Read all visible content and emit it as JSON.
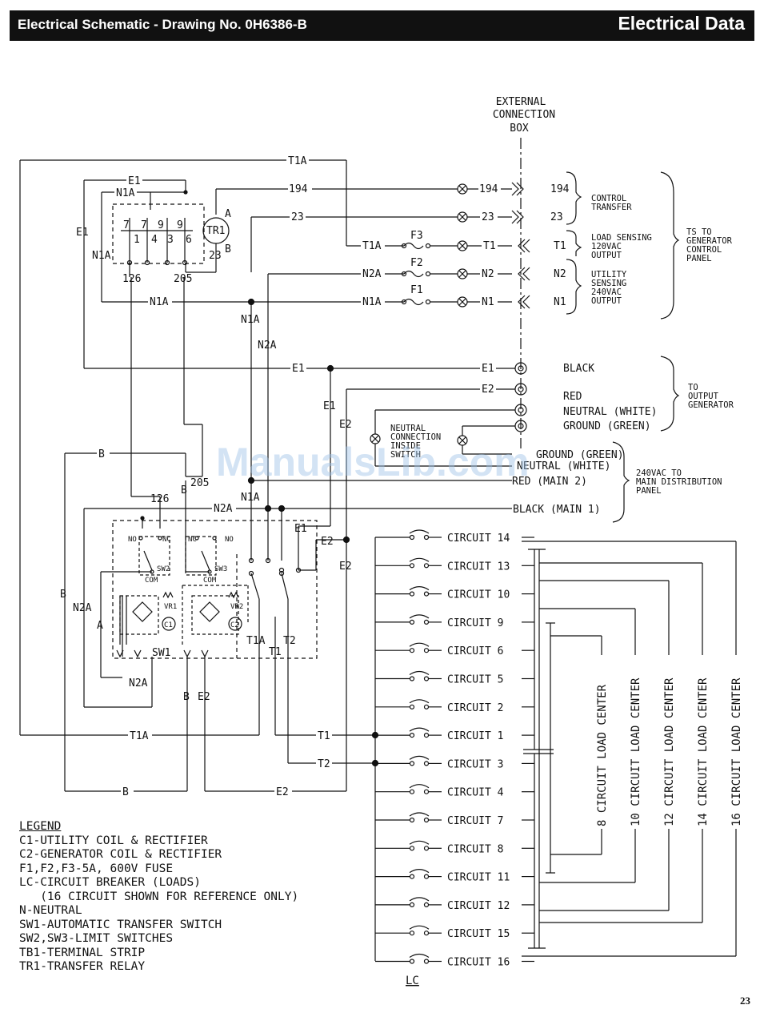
{
  "header": {
    "left_title": "Electrical Schematic - Drawing No. 0H6386-B",
    "right_title": "Electrical Data"
  },
  "external_box": {
    "line1": "EXTERNAL",
    "line2": "CONNECTION",
    "line3": "BOX"
  },
  "top_rows": [
    {
      "left": "194",
      "right": "194",
      "inner": "194"
    },
    {
      "left": "23",
      "right": "23",
      "inner": "23"
    },
    {
      "left": "T1A",
      "fuse": "F3",
      "inner": "T1",
      "right": "T1"
    },
    {
      "left": "N2A",
      "fuse": "F2",
      "inner": "N2",
      "right": "N2"
    },
    {
      "left": "N1A",
      "fuse": "F1",
      "inner": "N1",
      "right": "N1"
    }
  ],
  "groups": {
    "control_transfer": [
      "CONTROL",
      "TRANSFER"
    ],
    "load_sensing": [
      "LOAD SENSING",
      "120VAC",
      "OUTPUT"
    ],
    "utility_sensing": [
      "UTILITY",
      "SENSING",
      "240VAC",
      "OUTPUT"
    ],
    "ts_panel": [
      "TS TO",
      "GENERATOR",
      "CONTROL",
      "PANEL"
    ],
    "to_output": [
      "TO",
      "OUTPUT",
      "GENERATOR"
    ],
    "main_panel": [
      "240VAC TO",
      "MAIN DISTRIBUTION",
      "PANEL"
    ],
    "neutral_connection": [
      "NEUTRAL",
      "CONNECTION",
      "INSIDE",
      "SWITCH"
    ]
  },
  "generator_terms": {
    "e1": "E1",
    "e2": "E2",
    "black": "BLACK",
    "red": "RED",
    "neutral": "NEUTRAL (WHITE)",
    "ground": "GROUND (GREEN)"
  },
  "main_terms": {
    "ground": "GROUND (GREEN)",
    "neutral": "NEUTRAL (WHITE)",
    "red": "RED (MAIN 2)",
    "black": "BLACK (MAIN 1)"
  },
  "relay": {
    "name": "TR1",
    "a": "A",
    "b": "B",
    "n23": "23",
    "w126": "126",
    "w205": "205",
    "p7a": "7",
    "p7b": "7",
    "p9a": "9",
    "p9b": "9",
    "p1": "1",
    "p4": "4",
    "p3": "3",
    "p6": "6"
  },
  "wires": {
    "t1a": "T1A",
    "e1": "E1",
    "n1a": "N1A",
    "n2a": "N2A",
    "b": "B",
    "a": "A",
    "e2": "E2",
    "t1": "T1",
    "t2": "T2",
    "w126": "126",
    "w205": "205"
  },
  "switch": {
    "sw1": "SW1",
    "sw2": "SW2",
    "sw3": "SW3",
    "vr1": "VR1",
    "vr2": "VR2",
    "c1": "C1",
    "c2": "C2",
    "no": "NO",
    "nc": "NC",
    "com": "COM"
  },
  "circuits": [
    "CIRCUIT 14",
    "CIRCUIT 13",
    "CIRCUIT 10",
    "CIRCUIT 9",
    "CIRCUIT 6",
    "CIRCUIT 5",
    "CIRCUIT 2",
    "CIRCUIT 1",
    "CIRCUIT 3",
    "CIRCUIT 4",
    "CIRCUIT 7",
    "CIRCUIT 8",
    "CIRCUIT 11",
    "CIRCUIT 12",
    "CIRCUIT 15",
    "CIRCUIT 16"
  ],
  "lc_label": "LC",
  "load_centers": [
    "8 CIRCUIT LOAD CENTER",
    "10 CIRCUIT LOAD CENTER",
    "12 CIRCUIT LOAD CENTER",
    "14 CIRCUIT LOAD CENTER",
    "16 CIRCUIT LOAD CENTER"
  ],
  "legend": {
    "title": "LEGEND",
    "lines": [
      "C1-UTILITY COIL & RECTIFIER",
      "C2-GENERATOR COIL & RECTIFIER",
      "F1,F2,F3-5A, 600V FUSE",
      "LC-CIRCUIT BREAKER (LOADS)",
      "   (16 CIRCUIT SHOWN FOR REFERENCE ONLY)",
      "N-NEUTRAL",
      "SW1-AUTOMATIC TRANSFER SWITCH",
      "SW2,SW3-LIMIT SWITCHES",
      "TB1-TERMINAL STRIP",
      "TR1-TRANSFER RELAY"
    ]
  },
  "page_number": "23",
  "watermark": "ManualsLib.com"
}
